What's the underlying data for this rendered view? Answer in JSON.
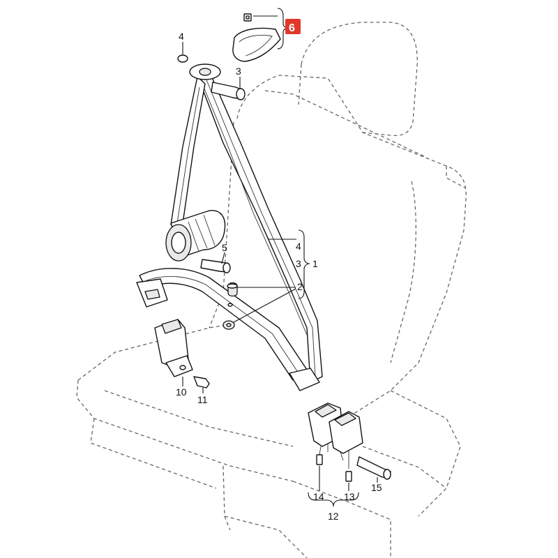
{
  "diagram": {
    "callouts": {
      "c1": "1",
      "c2": "2",
      "c3_top": "3",
      "c3_group": "3",
      "c4_top": "4",
      "c4_group": "4",
      "c5": "5",
      "c6": "6",
      "c10": "10",
      "c11": "11",
      "c12": "12",
      "c13": "13",
      "c14": "14",
      "c15": "15"
    },
    "highlight_color": "#e0392b"
  }
}
